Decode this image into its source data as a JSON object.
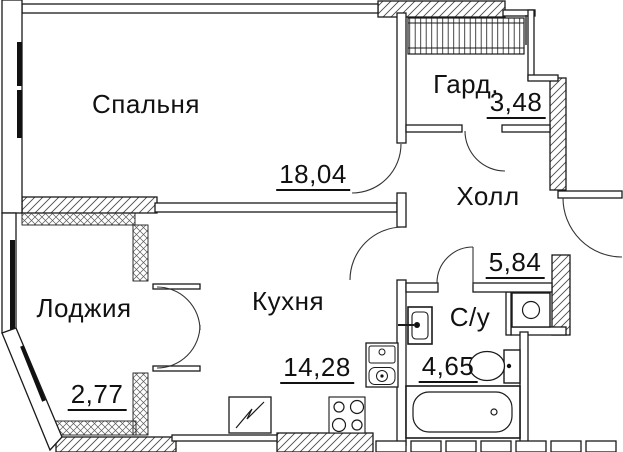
{
  "plan": {
    "type": "apartment-floor-plan",
    "rooms": {
      "bedroom": {
        "label": "Спальня",
        "area": "18,04"
      },
      "wardrobe": {
        "label": "Гард.",
        "area": "3,48"
      },
      "hall": {
        "label": "Холл",
        "area": "5,84"
      },
      "loggia": {
        "label": "Лоджия",
        "area": "2,77"
      },
      "kitchen": {
        "label": "Кухня",
        "area": "14,28"
      },
      "bathroom": {
        "label": "С/у",
        "area": "4,65"
      }
    },
    "icons": [
      "clothes-rack-icon",
      "washbasin-icon",
      "washing-machine-icon",
      "toilet-icon",
      "bathtub-icon",
      "kitchen-sink-icon",
      "stove-icon",
      "fridge-icon",
      "door-swing-arc",
      "window-glazing"
    ],
    "colors": {
      "line": "#1a1a1a",
      "hatch": "#4a4a4a",
      "background": "#ffffff"
    }
  }
}
